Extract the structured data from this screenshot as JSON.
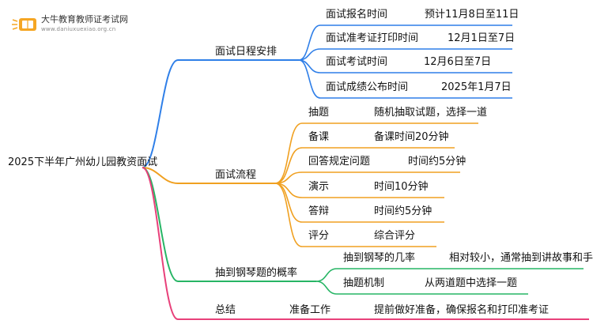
{
  "logo": {
    "name": "大牛教育教师证考试网",
    "url": "www.daniuxuexiao.org.cn"
  },
  "root": "2025下半年广州幼儿园教资面试",
  "colors": {
    "blue": "#2f7fe8",
    "orange": "#f0a020",
    "green": "#27b565",
    "pink": "#e8407a"
  },
  "branches": [
    {
      "label": "面试日程安排",
      "children": [
        {
          "label": "面试报名时间",
          "value": "预计11月8日至11日"
        },
        {
          "label": "面试准考证打印时间",
          "value": "12月1日至7日"
        },
        {
          "label": "面试考试时间",
          "value": "12月6日至7日"
        },
        {
          "label": "面试成绩公布时间",
          "value": "2025年1月7日"
        }
      ]
    },
    {
      "label": "面试流程",
      "children": [
        {
          "label": "抽题",
          "value": "随机抽取试题，选择一道"
        },
        {
          "label": "备课",
          "value": "备课时间20分钟"
        },
        {
          "label": "回答规定问题",
          "value": "时间约5分钟"
        },
        {
          "label": "演示",
          "value": "时间10分钟"
        },
        {
          "label": "答辩",
          "value": "时间约5分钟"
        },
        {
          "label": "评分",
          "value": "综合评分"
        }
      ]
    },
    {
      "label": "抽到钢琴题的概率",
      "children": [
        {
          "label": "抽到钢琴的几率",
          "value": "相对较小，通常抽到讲故事和手工"
        },
        {
          "label": "抽题机制",
          "value": "从两道题中选择一题"
        }
      ]
    },
    {
      "label": "总结",
      "children": [
        {
          "label": "准备工作",
          "value": "提前做好准备，确保报名和打印准考证"
        }
      ]
    }
  ]
}
